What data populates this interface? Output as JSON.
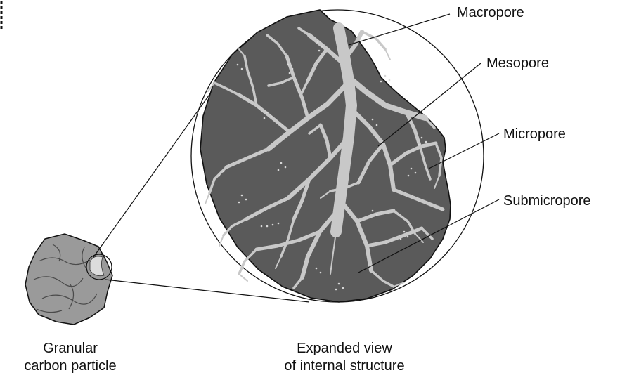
{
  "labels": {
    "macropore": "Macropore",
    "mesopore": "Mesopore",
    "micropore": "Micropore",
    "submicropore": "Submicropore"
  },
  "captions": {
    "particle_line1": "Granular",
    "particle_line2": "carbon particle",
    "expanded_line1": "Expanded view",
    "expanded_line2": "of internal structure"
  },
  "colors": {
    "carbon_fill": "#5a5a5a",
    "particle_fill": "#9a9a9a",
    "pore_fill": "#c8c8c8",
    "outline": "#111111"
  }
}
